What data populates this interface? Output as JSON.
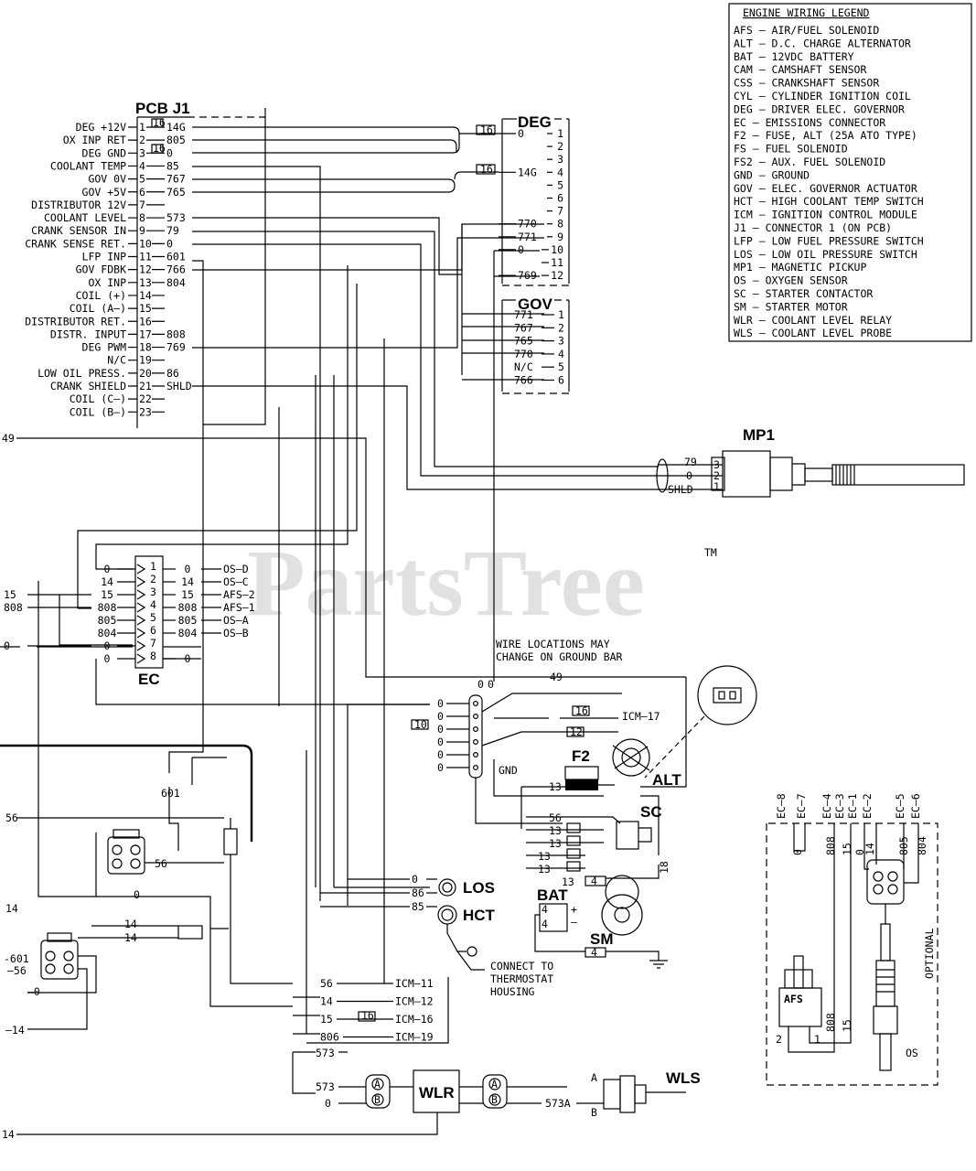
{
  "watermark": {
    "text": "PartsTree",
    "tm": "TM"
  },
  "legend": {
    "title": "ENGINE WIRING LEGEND",
    "items": [
      "AFS  –  AIR/FUEL SOLENOID",
      "ALT  –  D.C. CHARGE ALTERNATOR",
      "BAT  –  12VDC BATTERY",
      "CAM  –  CAMSHAFT SENSOR",
      "CSS  –  CRANKSHAFT SENSOR",
      "CYL  –  CYLINDER IGNITION COIL",
      "DEG  –  DRIVER ELEC. GOVERNOR",
      "EC   –  EMISSIONS CONNECTOR",
      "F2   –  FUSE, ALT (25A ATO TYPE)",
      "FS   –  FUEL SOLENOID",
      "FS2  –  AUX. FUEL SOLENOID",
      "GND  –  GROUND",
      "GOV  –  ELEC. GOVERNOR ACTUATOR",
      "HCT  –  HIGH COOLANT TEMP SWITCH",
      "ICM  –  IGNITION CONTROL MODULE",
      "J1   –  CONNECTOR 1 (ON PCB)",
      "LFP  –  LOW FUEL PRESSURE SWITCH",
      "LOS  –  LOW OIL PRESSURE SWITCH",
      "MP1  –  MAGNETIC PICKUP",
      "OS   –  OXYGEN SENSOR",
      "SC   –  STARTER CONTACTOR",
      "SM   –  STARTER MOTOR",
      "WLR  –  COOLANT LEVEL RELAY",
      "WLS  –  COOLANT LEVEL PROBE"
    ]
  },
  "pcb": {
    "title": "PCB J1",
    "pins": [
      {
        "label": "DEG +12V",
        "pin": "1",
        "wire": "14G"
      },
      {
        "label": "OX INP RET",
        "pin": "2",
        "wire": "805"
      },
      {
        "label": "DEG GND",
        "pin": "3",
        "wire": "0"
      },
      {
        "label": "COOLANT TEMP",
        "pin": "4",
        "wire": "85"
      },
      {
        "label": "GOV 0V",
        "pin": "5",
        "wire": "767"
      },
      {
        "label": "GOV +5V",
        "pin": "6",
        "wire": "765"
      },
      {
        "label": "DISTRIBUTOR 12V",
        "pin": "7",
        "wire": ""
      },
      {
        "label": "COOLANT LEVEL",
        "pin": "8",
        "wire": "573"
      },
      {
        "label": "CRANK SENSOR IN",
        "pin": "9",
        "wire": "79"
      },
      {
        "label": "CRANK SENSE RET.",
        "pin": "10",
        "wire": "0"
      },
      {
        "label": "LFP INP",
        "pin": "11",
        "wire": "601"
      },
      {
        "label": "GOV FDBK",
        "pin": "12",
        "wire": "766"
      },
      {
        "label": "OX INP",
        "pin": "13",
        "wire": "804"
      },
      {
        "label": "COIL (+)",
        "pin": "14",
        "wire": ""
      },
      {
        "label": "COIL (A–)",
        "pin": "15",
        "wire": ""
      },
      {
        "label": "DISTRIBUTOR RET.",
        "pin": "16",
        "wire": ""
      },
      {
        "label": "DISTR. INPUT",
        "pin": "17",
        "wire": "808"
      },
      {
        "label": "DEG PWM",
        "pin": "18",
        "wire": "769"
      },
      {
        "label": "N/C",
        "pin": "19",
        "wire": ""
      },
      {
        "label": "LOW OIL PRESS.",
        "pin": "20",
        "wire": "86"
      },
      {
        "label": "CRANK SHIELD",
        "pin": "21",
        "wire": "SHLD"
      },
      {
        "label": "COIL (C–)",
        "pin": "22",
        "wire": ""
      },
      {
        "label": "COIL (B–)",
        "pin": "23",
        "wire": ""
      }
    ],
    "tag1": "16",
    "tag3": "16"
  },
  "deg": {
    "title": "DEG",
    "pins": [
      {
        "pin": "1",
        "wire": "0"
      },
      {
        "pin": "2",
        "wire": ""
      },
      {
        "pin": "3",
        "wire": ""
      },
      {
        "pin": "4",
        "wire": "14G"
      },
      {
        "pin": "5",
        "wire": ""
      },
      {
        "pin": "6",
        "wire": ""
      },
      {
        "pin": "7",
        "wire": ""
      },
      {
        "pin": "8",
        "wire": "770"
      },
      {
        "pin": "9",
        "wire": "771"
      },
      {
        "pin": "10",
        "wire": "0"
      },
      {
        "pin": "11",
        "wire": ""
      },
      {
        "pin": "12",
        "wire": "769"
      }
    ],
    "tag1": "16",
    "tag4": "16"
  },
  "gov": {
    "title": "GOV",
    "pins": [
      {
        "pin": "1",
        "wire": "771"
      },
      {
        "pin": "2",
        "wire": "767"
      },
      {
        "pin": "3",
        "wire": "765"
      },
      {
        "pin": "4",
        "wire": "770"
      },
      {
        "pin": "5",
        "wire": "N/C"
      },
      {
        "pin": "6",
        "wire": "766"
      }
    ]
  },
  "mp1": {
    "title": "MP1",
    "wires": [
      "79",
      "0",
      "SHLD"
    ],
    "pins": [
      "3",
      "2",
      "1"
    ]
  },
  "ec": {
    "title": "EC",
    "left_wires": [
      "0",
      "14",
      "15",
      "808",
      "805",
      "804",
      "0",
      "0"
    ],
    "pins": [
      "1",
      "2",
      "3",
      "4",
      "5",
      "6",
      "7",
      "8"
    ],
    "right_wires": [
      "0",
      "14",
      "15",
      "808",
      "805",
      "804",
      "",
      "0"
    ],
    "dest": [
      "OS–D",
      "OS–C",
      "AFS–2",
      "AFS–1",
      "OS–A",
      "OS–B",
      "",
      ""
    ],
    "far_left": [
      "",
      "",
      "15",
      "808",
      "",
      "",
      "0",
      ""
    ]
  },
  "left_wires": {
    "w49": "49",
    "w56": "56",
    "w14a": "14",
    "w601": "601",
    "w56b": "56",
    "w0": "0",
    "w14b": "14",
    "w14c": "14"
  },
  "ground": {
    "note1": "WIRE LOCATIONS MAY",
    "note2": "CHANGE ON GROUND BAR",
    "label": "GND",
    "w49": "49",
    "wires": [
      "0",
      "0",
      "0",
      "0",
      "0",
      "0"
    ],
    "tag10": "10",
    "icm17": "ICM–17",
    "tag16": "16",
    "tag12": "12"
  },
  "components": {
    "f2": "F2",
    "alt": "ALT",
    "sc": "SC",
    "bat": "BAT",
    "sm": "SM",
    "los": "LOS",
    "hct": "HCT",
    "wlr": "WLR",
    "wls": "WLS",
    "w13": "13",
    "w56": "56",
    "w18": "18",
    "w4": "4",
    "w12": "12",
    "los_wires": [
      "0",
      "86",
      "85"
    ],
    "hct_note": [
      "CONNECT TO",
      "THERMOSTAT",
      "HOUSING"
    ]
  },
  "icm": {
    "rows": [
      {
        "wire": "56",
        "dest": "ICM–11"
      },
      {
        "wire": "14",
        "dest": "ICM–12"
      },
      {
        "wire": "15",
        "dest": "ICM–16",
        "tag": "16"
      },
      {
        "wire": "806",
        "dest": "ICM–19"
      }
    ]
  },
  "wlr_wires": {
    "w573": "573",
    "w573b": "573",
    "w0": "0",
    "w573a": "573A",
    "a": "A",
    "b": "B",
    "w14": "14"
  },
  "optional": {
    "label": "OPTIONAL",
    "cols": [
      "EC–8",
      "EC–7",
      "EC–4",
      "EC–3",
      "EC–1",
      "EC–2",
      "EC–5",
      "EC–6"
    ],
    "wires": [
      "0",
      "808",
      "15",
      "0",
      "14",
      "805",
      "804"
    ],
    "afs": "AFS",
    "afs_pins": [
      "2",
      "1"
    ],
    "afs_wires": [
      "808",
      "15"
    ],
    "os": "OS"
  }
}
